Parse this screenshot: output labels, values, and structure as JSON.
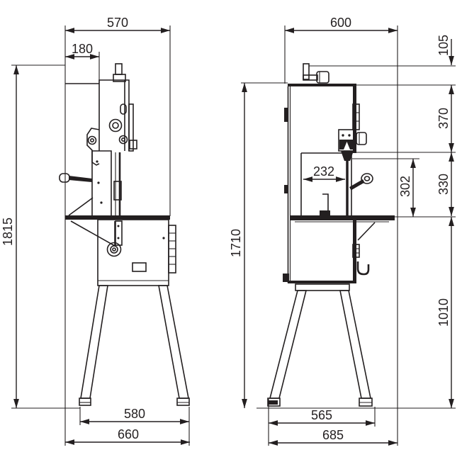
{
  "colors": {
    "line": "#231f20",
    "background": "#ffffff"
  },
  "side_view": {
    "total_depth": "570",
    "head_depth": "180",
    "total_height": "1815",
    "feet_span_inner": "580",
    "feet_span_outer": "660"
  },
  "front_view": {
    "total_width": "600",
    "tensioner_above_top": "105",
    "head_height": "370",
    "throat_width": "232",
    "cut_height": "302",
    "head_to_table": "330",
    "body_height": "1710",
    "table_height": "1010",
    "feet_span_inner": "565",
    "feet_span_outer": "685"
  }
}
